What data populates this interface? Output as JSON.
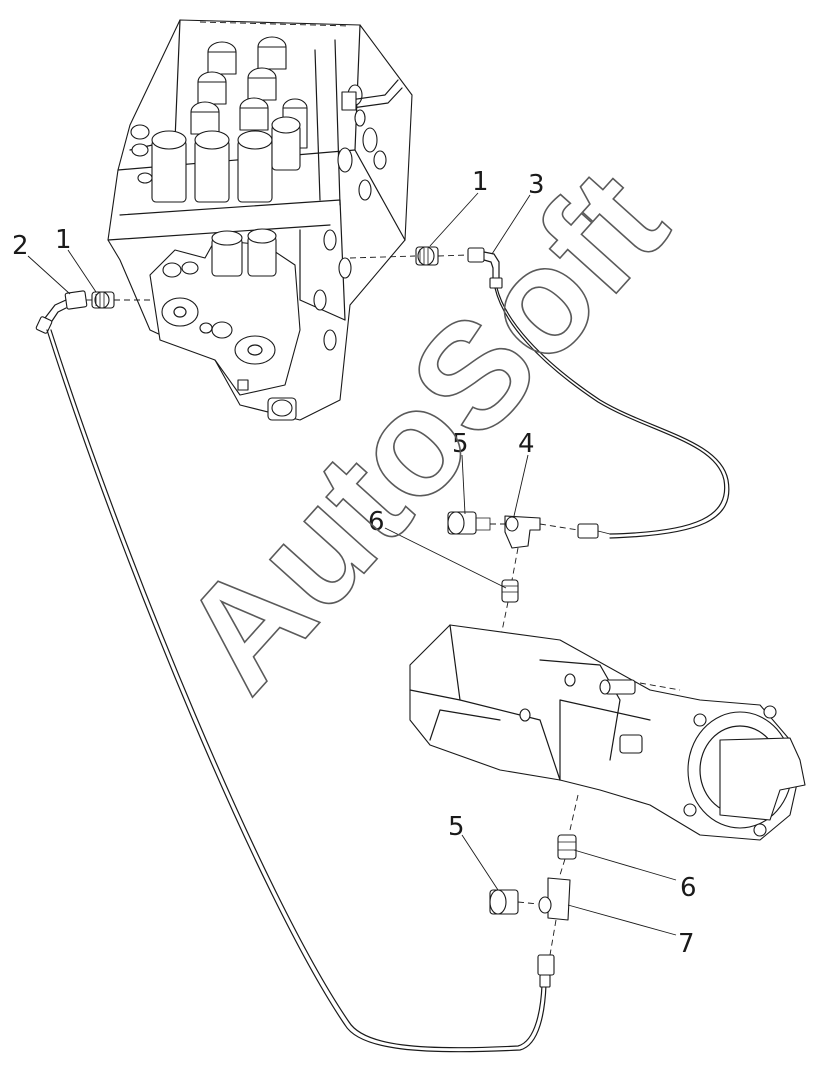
{
  "watermark": "AutoSoft",
  "callouts": {
    "c1_left": "1",
    "c1_right": "1",
    "c2": "2",
    "c3": "3",
    "c4": "4",
    "c5_upper": "5",
    "c5_lower": "5",
    "c6_upper": "6",
    "c6_lower": "6",
    "c7": "7"
  }
}
